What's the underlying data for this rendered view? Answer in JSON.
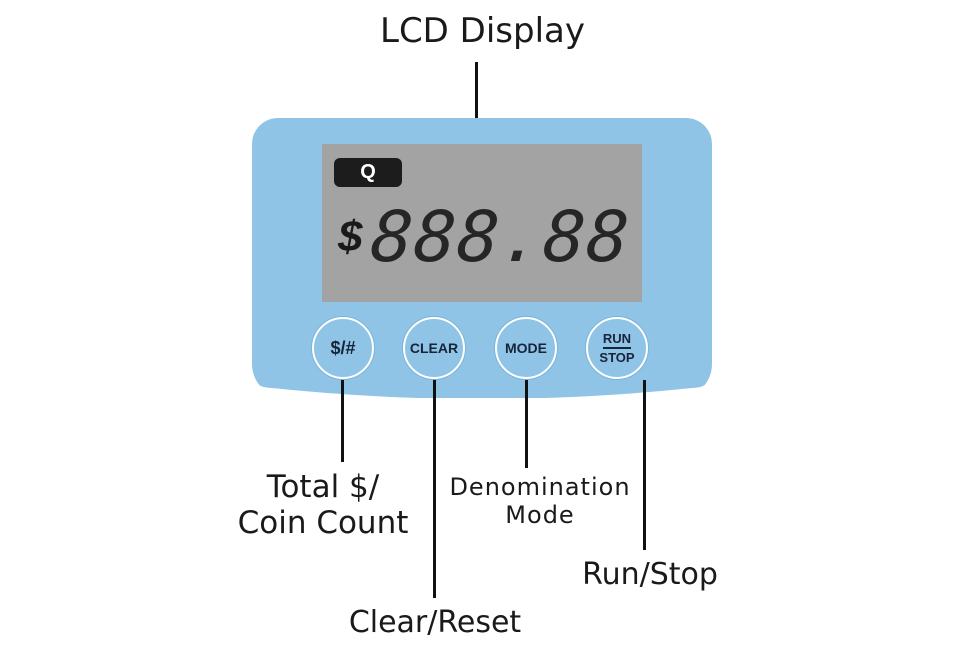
{
  "labels": {
    "lcd_display": "LCD Display",
    "total_line1": "Total $/",
    "total_line2": "Coin Count",
    "clear_reset": "Clear/Reset",
    "denomination_line1": "Denomination",
    "denomination_line2": "Mode",
    "run_stop": "Run/Stop"
  },
  "lcd": {
    "badge": "Q",
    "currency": "$",
    "digits": "888.88"
  },
  "buttons": {
    "dollar_count": "$/#",
    "clear": "CLEAR",
    "mode": "MODE",
    "run_top": "RUN",
    "run_bottom": "STOP"
  },
  "colors": {
    "panel": "#8fc4e6",
    "lcd": "#a3a3a3",
    "badge": "#1c1c1c",
    "lead_lines": "#111111"
  }
}
